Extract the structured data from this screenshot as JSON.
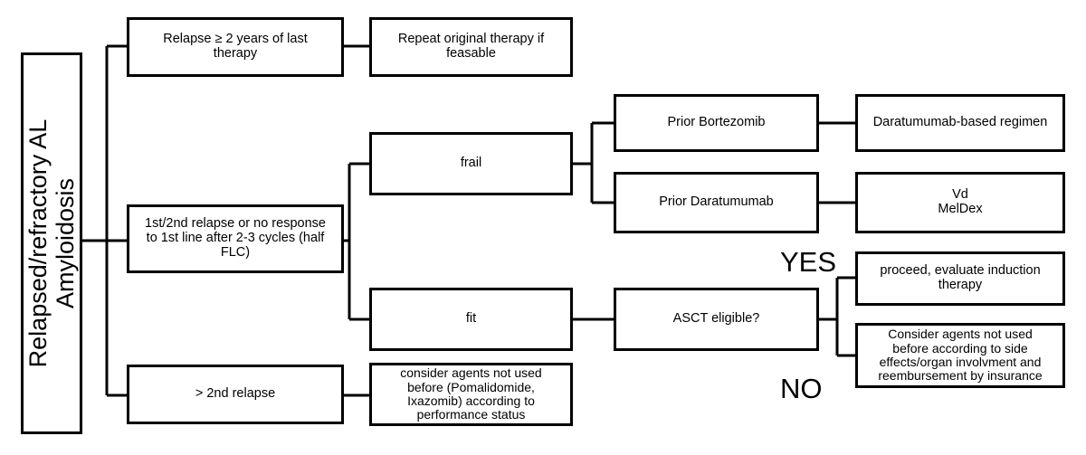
{
  "root": {
    "label": "Relapsed/refractory AL\nAmyloidosis"
  },
  "nodes": {
    "relapse_2y": "Relapse ≥ 2 years of last\ntherapy",
    "repeat_therapy": "Repeat original therapy if\nfeasable",
    "first_second_relapse": "1st/2nd relapse or no response\nto 1st line after 2-3 cycles (half\nFLC)",
    "frail": "frail",
    "fit": "fit",
    "prior_bortezomib": "Prior Bortezomib",
    "prior_daratumumab": "Prior Daratumumab",
    "dara_regimen": "Daratumumab-based regimen",
    "vd_meldex": "Vd\nMelDex",
    "asct_eligible": "ASCT eligible?",
    "proceed": "proceed, evaluate induction\ntherapy",
    "consider_agents_fit": "Consider agents not used\nbefore according to side\neffects/organ involvment and\nreembursement by insurance",
    "beyond_second_relapse": "> 2nd relapse",
    "consider_agents_late": "consider agents not used\nbefore (Pomalidomide,\nIxazomib) according to\nperformance status"
  },
  "labels": {
    "yes": "YES",
    "no": "NO"
  }
}
